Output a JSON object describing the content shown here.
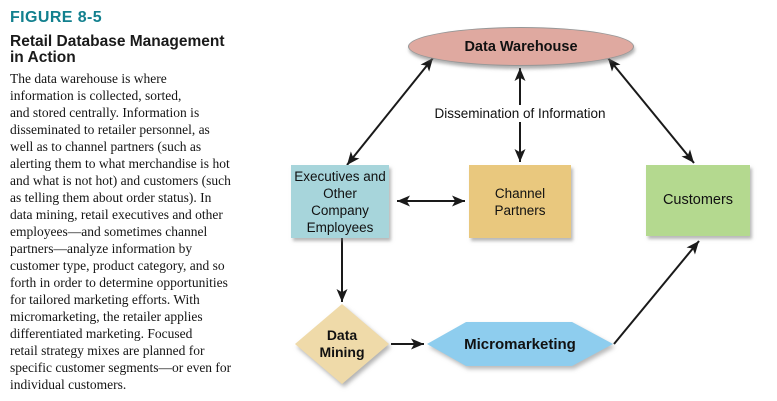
{
  "figure": {
    "label": "FIGURE 8-5",
    "title": "Retail Database Management\nin Action",
    "body": "The data warehouse is where\ninformation is collected, sorted,\nand stored centrally. Information is\ndisseminated to retailer personnel, as\nwell as to channel partners (such as\nalerting them to what merchandise is hot\nand what is not hot) and customers (such\nas telling them about order status). In\ndata mining, retail executives and other\nemployees—and sometimes channel\npartners—analyze information by\ncustomer type, product category, and so\nforth in order to determine opportunities\nfor tailored marketing efforts. With\nmicromarketing, the retailer applies\ndifferentiated marketing. Focused\nretail strategy mixes are planned for\nspecific customer segments—or even for\nindividual customers."
  },
  "diagram": {
    "data_warehouse": "Data Warehouse",
    "dissemination_label": "Dissemination of Information",
    "executives": "Executives and\nOther\nCompany\nEmployees",
    "channel_partners": "Channel\nPartners",
    "customers": "Customers",
    "data_mining": "Data\nMining",
    "micromarketing": "Micromarketing"
  },
  "colors": {
    "heading_teal": "#12808e",
    "warehouse_fill": "#dfa9a0",
    "executives_fill": "#a7d5db",
    "channel_fill": "#e9c87e",
    "customers_fill": "#b4d98f",
    "data_mining_fill": "#efdaa9",
    "micromarketing_fill": "#8ecdee",
    "arrow": "#1a1a1a"
  }
}
